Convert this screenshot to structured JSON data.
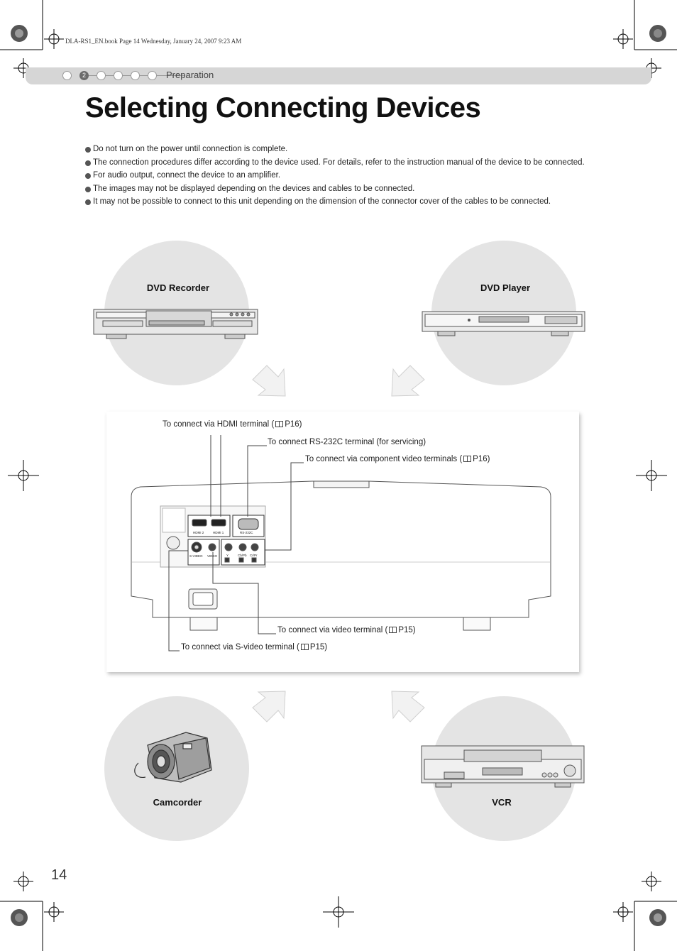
{
  "header": {
    "file_info": "DLA-RS1_EN.book  Page 14  Wednesday, January 24, 2007  9:23 AM"
  },
  "chapter": {
    "active_step": "2",
    "label": "Preparation"
  },
  "title": "Selecting Connecting Devices",
  "notes": [
    "Do not turn on the power until connection is complete.",
    "The connection procedures differ according to the device used. For details, refer to the instruction manual of the device to be connected.",
    "For audio output, connect the device to an amplifier.",
    "The images may not be displayed depending on the devices and cables to be connected.",
    "It may not be possible to connect to this unit depending on the dimension of the connector cover of the cables to be connected."
  ],
  "devices": {
    "top_left": "DVD Recorder",
    "top_right": "DVD Player",
    "bottom_left": "Camcorder",
    "bottom_right": "VCR"
  },
  "connections": {
    "hdmi": {
      "text": "To connect via HDMI terminal (",
      "ref": "P16)"
    },
    "rs232c": {
      "text": "To connect RS-232C terminal (for servicing)"
    },
    "component": {
      "text": "To connect via component video terminals (",
      "ref": "P16)"
    },
    "video": {
      "text": "To connect via video terminal (",
      "ref": "P15)"
    },
    "svideo": {
      "text": "To connect via S-video terminal (",
      "ref": "P15)"
    }
  },
  "terminal_labels": {
    "hdmi2": "HDMI 2",
    "hdmi1": "HDMI 1",
    "rs232c": "RS-232C",
    "svideo": "S-VIDEO",
    "video": "VIDEO",
    "y": "Y",
    "cbpb": "Cb/Pb",
    "crpr": "Cr/Pr"
  },
  "page_number": "14"
}
